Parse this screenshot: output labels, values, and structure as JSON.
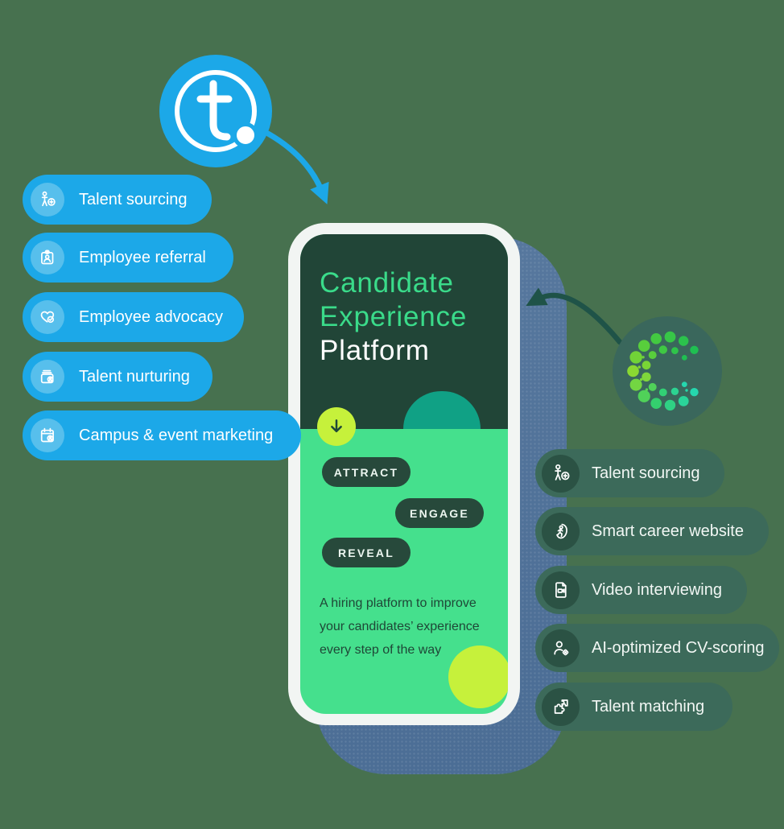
{
  "colors": {
    "background": "#47714F",
    "blue": "#1CA8E8",
    "blue_light": "#57BFEC",
    "slate_shadow": "#4C6F96",
    "phone_frame": "#F2F5F3",
    "screen_dark": "#214537",
    "screen_mint": "#45E08D",
    "title_green": "#3ADB8A",
    "lime": "#C6F13B",
    "teal_dome": "#10A185",
    "stage_pill_dark": "#27493B",
    "right_pill_green": "#3C6A5A",
    "right_pill_icon_bg": "#2B5244",
    "c_logo_bg": "#3A675C",
    "teal_arrow": "#1F5348",
    "c_dot_colors": [
      "#1FBF51",
      "#46CA40",
      "#8FD931",
      "#35CE69",
      "#25D7AE"
    ]
  },
  "left_logo": {
    "monogram": "t."
  },
  "right_logo": {
    "monogram": "C"
  },
  "left_pills": {
    "items": [
      {
        "label": "Talent sourcing",
        "icon": "person-plus-icon"
      },
      {
        "label": "Employee referral",
        "icon": "id-badge-icon"
      },
      {
        "label": "Employee advocacy",
        "icon": "heart-check-icon"
      },
      {
        "label": "Talent nurturing",
        "icon": "wallet-contact-icon"
      },
      {
        "label": "Campus & event marketing",
        "icon": "calendar-contact-icon"
      }
    ]
  },
  "right_pills": {
    "items": [
      {
        "label": "Talent sourcing",
        "icon": "person-plus-icon"
      },
      {
        "label": "Smart career website",
        "icon": "running-person-icon"
      },
      {
        "label": "Video interviewing",
        "icon": "video-document-icon"
      },
      {
        "label": "AI-optimized CV-scoring",
        "icon": "person-tag-icon"
      },
      {
        "label": "Talent matching",
        "icon": "puzzle-icon"
      }
    ]
  },
  "phone": {
    "title_line1": "Candidate",
    "title_line2": "Experience",
    "title_line3": "Platform",
    "stage_pills": [
      {
        "label": "ATTRACT"
      },
      {
        "label": "ENGAGE"
      },
      {
        "label": "REVEAL"
      }
    ],
    "description": "A hiring platform to improve your candidates’ experience every step of the way"
  }
}
